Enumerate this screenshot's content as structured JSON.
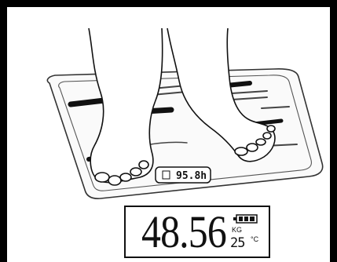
{
  "scale_lcd": {
    "reading": "95.8h"
  },
  "display": {
    "weight": "48.56",
    "unit": "KG",
    "temperature": "25",
    "temperature_unit": "°C",
    "battery_icon": "battery-full-icon"
  }
}
